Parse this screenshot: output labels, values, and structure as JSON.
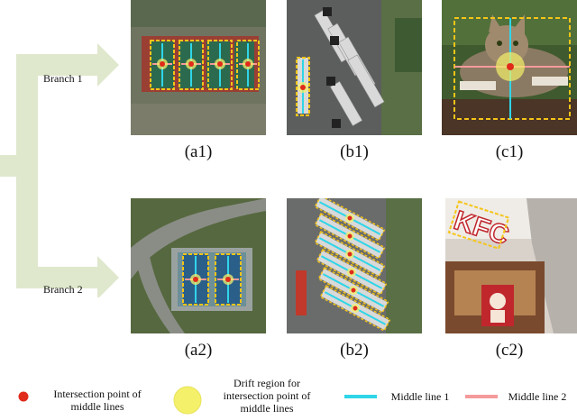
{
  "branches": [
    {
      "label": "Branch 1"
    },
    {
      "label": "Branch 2"
    }
  ],
  "captions": {
    "a1": "(a1)",
    "b1": "(b1)",
    "c1": "(c1)",
    "a2": "(a2)",
    "b2": "(b2)",
    "c2": "(c2)"
  },
  "signage": {
    "kfc": "KFC"
  },
  "legend": {
    "intersection": {
      "text": "Intersection point of middle lines",
      "color": "#e02a1a"
    },
    "drift": {
      "text": "Drift region for intersection point of middle lines",
      "color": "#f4f06a"
    },
    "middle1": {
      "text": "Middle line 1",
      "color": "#2fd5e8"
    },
    "middle2": {
      "text": "Middle line 2",
      "color": "#f59a9a"
    }
  },
  "colors": {
    "arrow": "#dfe8cc",
    "box": "#f5c518"
  }
}
